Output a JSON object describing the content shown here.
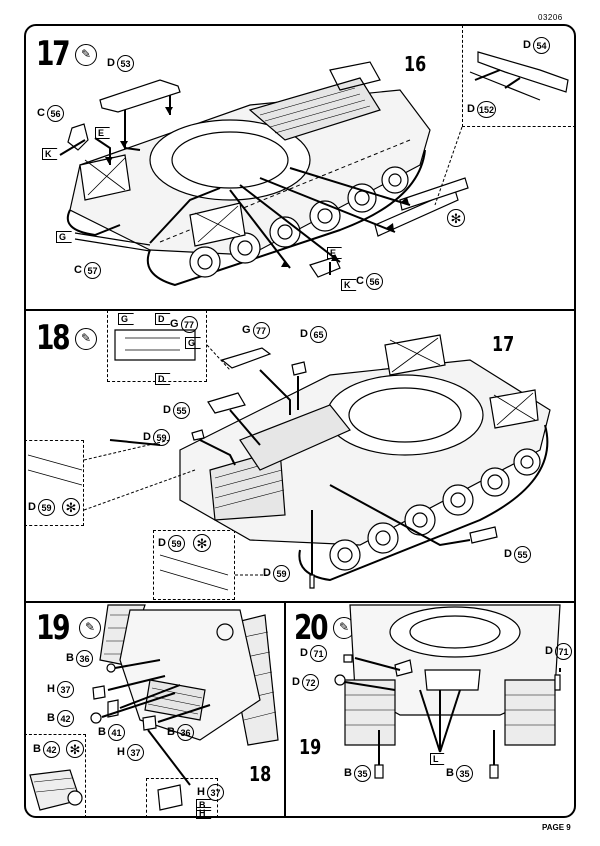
{
  "header": {
    "code": "03206"
  },
  "footer": {
    "page": "PAGE 9"
  },
  "steps": {
    "s17": {
      "number": "17",
      "ref": "16",
      "parts": {
        "d53": {
          "p": "D",
          "n": "53"
        },
        "d54": {
          "p": "D",
          "n": "54"
        },
        "d152": {
          "p": "D",
          "n": "152"
        },
        "c56a": {
          "p": "C",
          "n": "56"
        },
        "c56b": {
          "p": "C",
          "n": "56"
        },
        "c57": {
          "p": "C",
          "n": "57"
        }
      },
      "flags": {
        "e1": "E",
        "k1": "K",
        "g1": "G",
        "e2": "E",
        "k2": "K"
      }
    },
    "s18": {
      "number": "18",
      "ref": "17",
      "parts": {
        "g77": {
          "p": "G",
          "n": "77"
        },
        "g77i": {
          "p": "G",
          "n": "77"
        },
        "d65": {
          "p": "D",
          "n": "65"
        },
        "d55a": {
          "p": "D",
          "n": "55"
        },
        "d55b": {
          "p": "D",
          "n": "55"
        },
        "d59a": {
          "p": "D",
          "n": "59"
        },
        "d59b": {
          "p": "D",
          "n": "59"
        },
        "d59c": {
          "p": "D",
          "n": "59"
        },
        "d59d": {
          "p": "D",
          "n": "59"
        }
      },
      "flags": {
        "g1": "G",
        "d1": "D",
        "g2": "G",
        "d2": "D"
      }
    },
    "s19": {
      "number": "19",
      "ref": "18",
      "parts": {
        "b36a": {
          "p": "B",
          "n": "36"
        },
        "h37a": {
          "p": "H",
          "n": "37"
        },
        "b42a": {
          "p": "B",
          "n": "42"
        },
        "b41": {
          "p": "B",
          "n": "41"
        },
        "h37b": {
          "p": "H",
          "n": "37"
        },
        "b36b": {
          "p": "B",
          "n": "36"
        },
        "b42b": {
          "p": "B",
          "n": "42"
        },
        "h37c": {
          "p": "H",
          "n": "37"
        }
      },
      "flags": {
        "b": "B",
        "h": "H"
      }
    },
    "s20": {
      "number": "20",
      "ref": "19",
      "parts": {
        "d71a": {
          "p": "D",
          "n": "71"
        },
        "d71b": {
          "p": "D",
          "n": "71"
        },
        "d72": {
          "p": "D",
          "n": "72"
        },
        "b35a": {
          "p": "B",
          "n": "35"
        },
        "b35b": {
          "p": "B",
          "n": "35"
        }
      },
      "flags": {
        "l": "L"
      }
    }
  }
}
